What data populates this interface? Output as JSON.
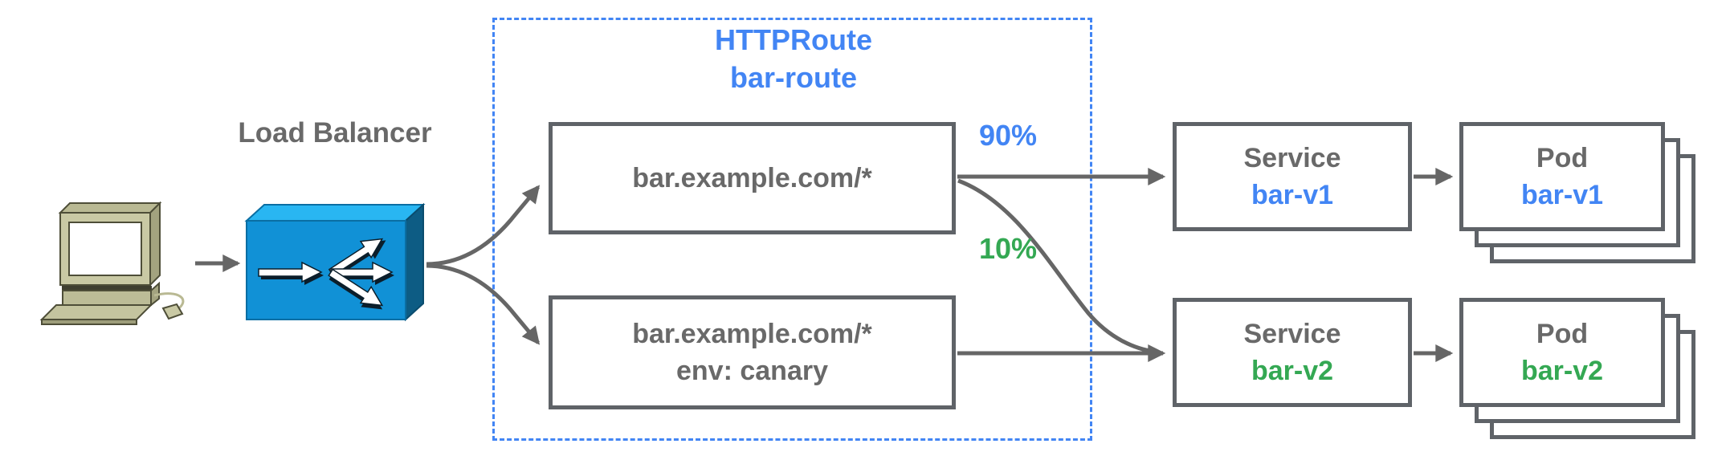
{
  "colors": {
    "blue": "#4285F4",
    "green": "#34A853",
    "gray_text": "#696969",
    "border_gray": "#5f6368",
    "arrow_gray": "#666666",
    "lb_front": "#1191d6",
    "lb_top": "#29b6f2",
    "lb_side": "#0d5c84"
  },
  "load_balancer": {
    "label": "Load Balancer"
  },
  "httproute": {
    "kind": "HTTPRoute",
    "name": "bar-route"
  },
  "matches": {
    "v1": "bar.example.com/*",
    "v2_host": "bar.example.com/*",
    "v2_header": "env: canary"
  },
  "weights": {
    "v1": "90%",
    "v2": "10%"
  },
  "services": [
    {
      "kind": "Service",
      "name": "bar-v1"
    },
    {
      "kind": "Service",
      "name": "bar-v2"
    }
  ],
  "pods": [
    {
      "kind": "Pod",
      "name": "bar-v1"
    },
    {
      "kind": "Pod",
      "name": "bar-v2"
    }
  ],
  "icons": {
    "client": "client-computer-icon",
    "load_balancer": "load-balancer-icon"
  }
}
